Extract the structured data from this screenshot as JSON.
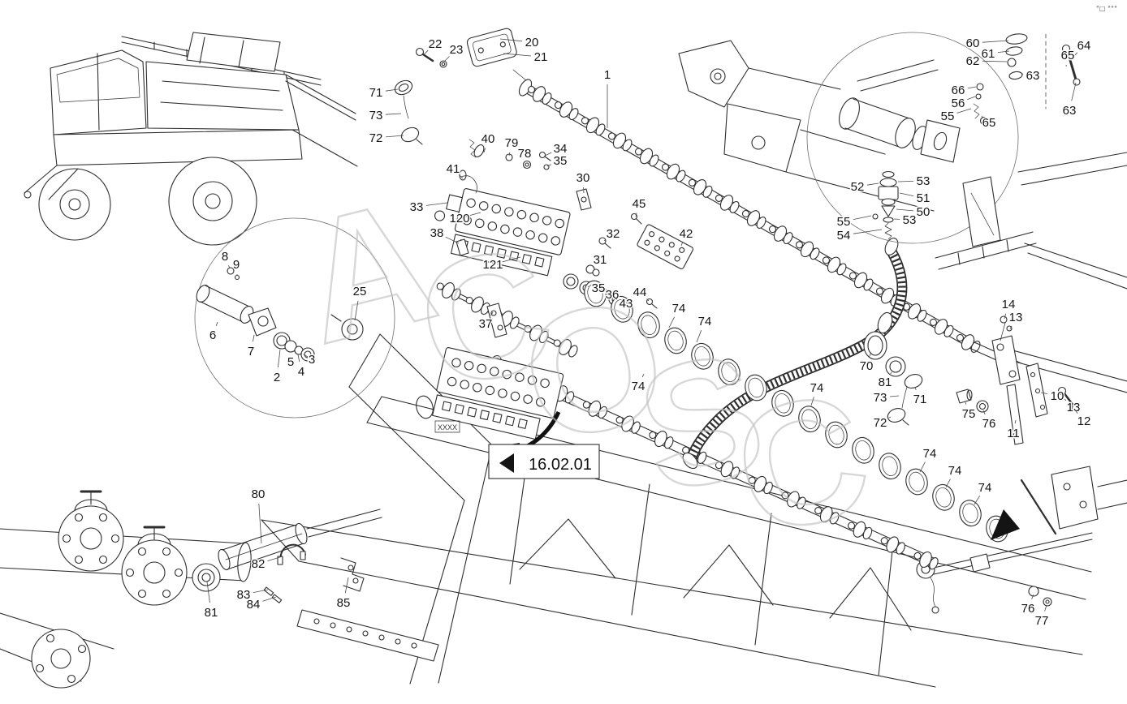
{
  "reference_box": {
    "code": "16.02.01"
  },
  "watermark": {
    "letters": [
      "A",
      "C",
      "O",
      "S",
      "C"
    ]
  },
  "corner_marks": "°□ °°°",
  "frame_stamp": "XXXX",
  "callouts": [
    [
      "1",
      748,
      92,
      748,
      158
    ],
    [
      "20",
      655,
      52,
      616,
      48
    ],
    [
      "21",
      666,
      70,
      620,
      66
    ],
    [
      "22",
      536,
      54,
      521,
      68
    ],
    [
      "23",
      562,
      61,
      547,
      76
    ],
    [
      "71",
      463,
      114,
      490,
      110
    ],
    [
      "73",
      463,
      142,
      494,
      140
    ],
    [
      "72",
      463,
      170,
      497,
      167
    ],
    [
      "40",
      601,
      171,
      596,
      188
    ],
    [
      "79",
      630,
      176,
      627,
      192
    ],
    [
      "78",
      646,
      189,
      649,
      201
    ],
    [
      "34",
      690,
      183,
      671,
      192
    ],
    [
      "35",
      690,
      198,
      674,
      205
    ],
    [
      "41",
      558,
      208,
      570,
      220
    ],
    [
      "30",
      718,
      219,
      719,
      238
    ],
    [
      "33",
      513,
      255,
      551,
      250
    ],
    [
      "120",
      566,
      269,
      592,
      262
    ],
    [
      "45",
      787,
      251,
      783,
      267
    ],
    [
      "38",
      538,
      287,
      565,
      300
    ],
    [
      "32",
      755,
      288,
      744,
      297
    ],
    [
      "42",
      845,
      288,
      839,
      303
    ],
    [
      "31",
      739,
      320,
      731,
      331
    ],
    [
      "121",
      607,
      326,
      641,
      317
    ],
    [
      "35",
      737,
      355,
      724,
      353
    ],
    [
      "36",
      754,
      363,
      742,
      358
    ],
    [
      "43",
      771,
      374,
      758,
      368
    ],
    [
      "44",
      788,
      360,
      799,
      371
    ],
    [
      "74",
      836,
      380,
      824,
      404
    ],
    [
      "74",
      868,
      396,
      858,
      422
    ],
    [
      "8",
      277,
      316,
      283,
      331
    ],
    [
      "9",
      291,
      326,
      292,
      339
    ],
    [
      "6",
      262,
      413,
      268,
      397
    ],
    [
      "7",
      309,
      433,
      313,
      413
    ],
    [
      "2",
      341,
      465,
      345,
      431
    ],
    [
      "5",
      358,
      446,
      357,
      434
    ],
    [
      "4",
      371,
      458,
      367,
      437
    ],
    [
      "3",
      384,
      443,
      379,
      440
    ],
    [
      "25",
      443,
      359,
      437,
      395
    ],
    [
      "37",
      598,
      399,
      607,
      385
    ],
    [
      "74",
      786,
      476,
      793,
      461
    ],
    [
      "74",
      1006,
      478,
      999,
      500
    ],
    [
      "70",
      1067,
      451,
      1072,
      436
    ],
    [
      "81",
      1090,
      471,
      1098,
      459
    ],
    [
      "73",
      1084,
      490,
      1107,
      488
    ],
    [
      "71",
      1133,
      492,
      1127,
      478
    ],
    [
      "72",
      1084,
      521,
      1097,
      514
    ],
    [
      "14",
      1242,
      375,
      1237,
      393
    ],
    [
      "13",
      1251,
      391,
      1244,
      406
    ],
    [
      "10",
      1302,
      488,
      1282,
      484
    ],
    [
      "13",
      1322,
      502,
      1311,
      492
    ],
    [
      "12",
      1335,
      519,
      1325,
      507
    ],
    [
      "75",
      1193,
      510,
      1189,
      496
    ],
    [
      "76",
      1218,
      522,
      1211,
      506
    ],
    [
      "11",
      1248,
      534,
      1251,
      518
    ],
    [
      "74",
      1145,
      559,
      1133,
      582
    ],
    [
      "74",
      1176,
      580,
      1165,
      601
    ],
    [
      "74",
      1213,
      601,
      1200,
      622
    ],
    [
      "80",
      318,
      609,
      322,
      670
    ],
    [
      "82",
      318,
      695,
      348,
      686
    ],
    [
      "83",
      300,
      733,
      330,
      727
    ],
    [
      "84",
      312,
      745,
      340,
      736
    ],
    [
      "81",
      260,
      755,
      255,
      717
    ],
    [
      "85",
      423,
      743,
      429,
      712
    ],
    [
      "76",
      1266,
      750,
      1273,
      733
    ],
    [
      "77",
      1283,
      765,
      1289,
      746
    ],
    [
      "60",
      1198,
      53,
      1242,
      50
    ],
    [
      "61",
      1217,
      66,
      1243,
      63
    ],
    [
      "62",
      1198,
      75,
      1240,
      76
    ],
    [
      "63",
      1272,
      93,
      1258,
      91
    ],
    [
      "64",
      1335,
      56,
      1322,
      70
    ],
    [
      "65",
      1315,
      68,
      1313,
      82
    ],
    [
      "63",
      1317,
      136,
      1325,
      102
    ],
    [
      "66",
      1180,
      111,
      1202,
      107
    ],
    [
      "56",
      1180,
      127,
      1201,
      119
    ],
    [
      "55",
      1167,
      143,
      1196,
      134
    ],
    [
      "65",
      1218,
      151,
      1212,
      146
    ],
    [
      "52",
      1056,
      230,
      1082,
      226
    ],
    [
      "53",
      1137,
      223,
      1106,
      224
    ],
    [
      "51",
      1137,
      244,
      1108,
      238
    ],
    [
      "50",
      1137,
      261,
      1104,
      258
    ],
    [
      "55",
      1039,
      273,
      1073,
      266
    ],
    [
      "53",
      1120,
      271,
      1101,
      270
    ],
    [
      "54",
      1039,
      290,
      1086,
      283
    ]
  ]
}
